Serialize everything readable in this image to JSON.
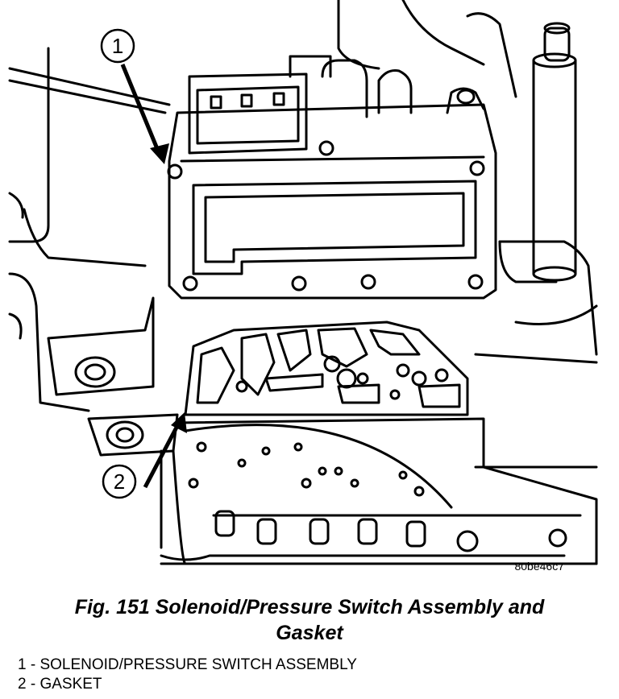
{
  "figure": {
    "callouts": [
      {
        "number": "1"
      },
      {
        "number": "2"
      }
    ],
    "image_code": "80be46c7"
  },
  "caption": {
    "line1": "Fig. 151 Solenoid/Pressure Switch Assembly and",
    "line2": "Gasket"
  },
  "legend": {
    "items": [
      "1 - SOLENOID/PRESSURE SWITCH ASSEMBLY",
      "2 - GASKET"
    ]
  }
}
